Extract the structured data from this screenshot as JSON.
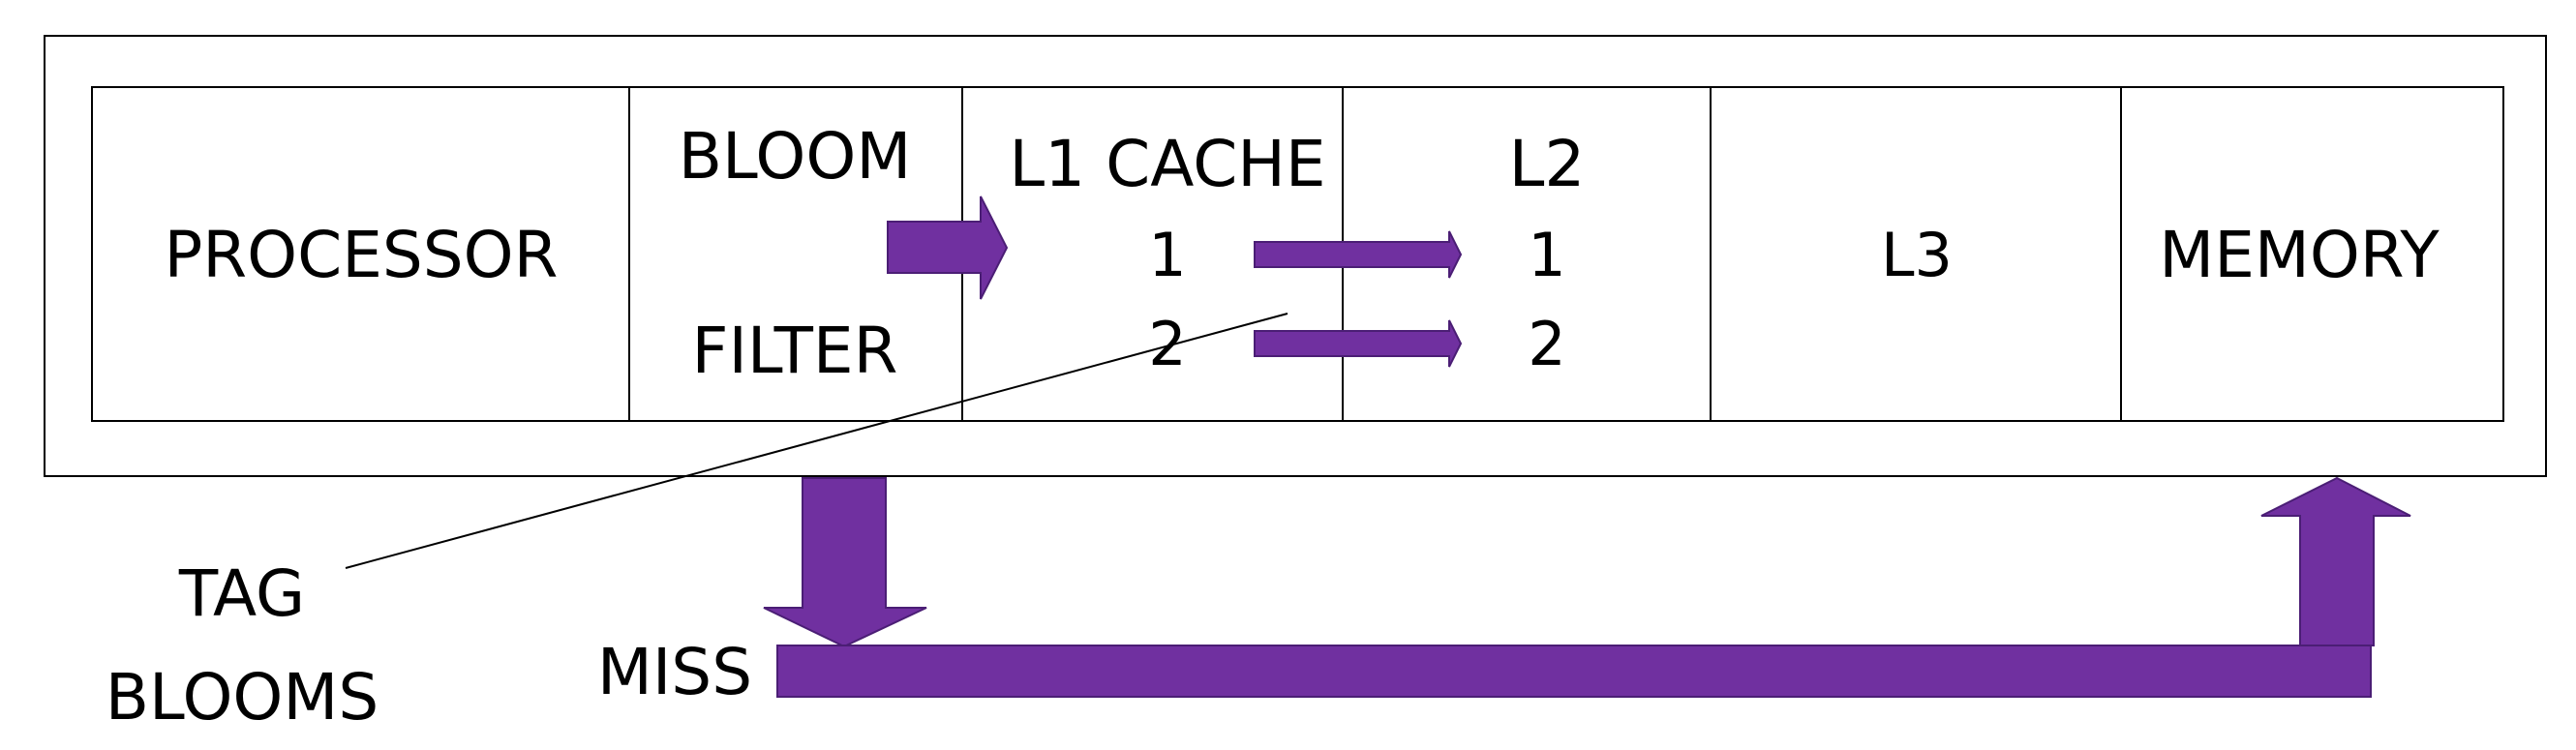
{
  "blocks": {
    "processor": "PROCESSOR",
    "bloom_line1": "BLOOM",
    "bloom_line2": "FILTER",
    "l1_title": "L1 CACHE",
    "l1_item1": "1",
    "l1_item2": "2",
    "l2_title": "L2",
    "l2_item1": "1",
    "l2_item2": "2",
    "l3": "L3",
    "memory": "MEMORY"
  },
  "labels": {
    "tag_line1": "TAG",
    "tag_line2": "BLOOMS",
    "miss": "MISS"
  },
  "colors": {
    "arrow": "#7030A0",
    "arrow_outline": "#4B1E75",
    "box_stroke": "#000000"
  }
}
